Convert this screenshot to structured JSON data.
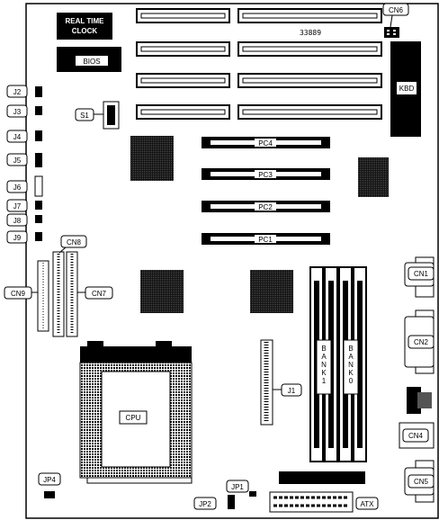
{
  "board_id": "33889",
  "labels": {
    "rtc_line1": "REAL TIME",
    "rtc_line2": "CLOCK",
    "bios": "BIOS",
    "kbd": "KBD",
    "cpu": "CPU",
    "atx": "ATX",
    "bank1": "BANK1",
    "bank0": "BANK0"
  },
  "connectors": {
    "cn1": "CN1",
    "cn2": "CN2",
    "cn4": "CN4",
    "cn5": "CN5",
    "cn6": "CN6",
    "cn7": "CN7",
    "cn8": "CN8",
    "cn9": "CN9"
  },
  "jumpers": {
    "j1": "J1",
    "j2": "J2",
    "j3": "J3",
    "j4": "J4",
    "j5": "J5",
    "j6": "J6",
    "j7": "J7",
    "j8": "J8",
    "j9": "J9",
    "jp1": "JP1",
    "jp2": "JP2",
    "jp4": "JP4",
    "s1": "S1"
  },
  "slots": {
    "pc4": "PC4",
    "pc3": "PC3",
    "pc2": "PC2",
    "pc1": "PC1"
  }
}
